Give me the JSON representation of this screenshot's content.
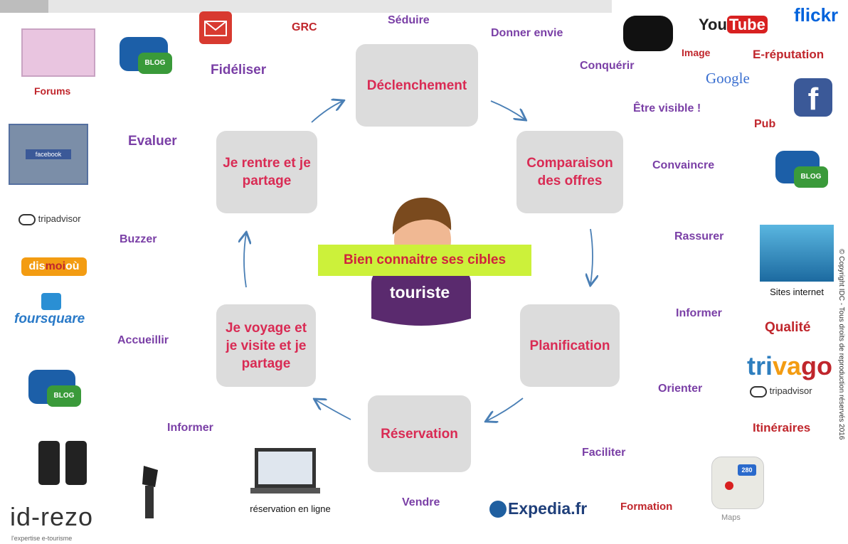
{
  "center": {
    "banner": "Bien connaitre ses cibles",
    "persona": "touriste"
  },
  "hubs": {
    "declenchement": "Déclenchement",
    "comparaison": "Comparaison des offres",
    "planification": "Planification",
    "reservation": "Réservation",
    "voyage": "Je voyage et je visite  et je partage",
    "rentre": "Je rentre et je partage"
  },
  "verbs": {
    "seduire": "Séduire",
    "donner_envie": "Donner envie",
    "conquerir": "Conquérir",
    "etre_visible": "Être visible !",
    "convaincre": "Convaincre",
    "rassurer": "Rassurer",
    "informer_right": "Informer",
    "orienter": "Orienter",
    "faciliter": "Faciliter",
    "vendre": "Vendre",
    "informer_left": "Informer",
    "accueillir": "Accueillir",
    "buzzer": "Buzzer",
    "evaluer": "Evaluer",
    "fideliser": "Fidéliser"
  },
  "labels": {
    "grc": "GRC",
    "image": "Image",
    "e_reputation": "E-réputation",
    "pub": "Pub",
    "qualite": "Qualité",
    "itineraires": "Itinéraires",
    "formation": "Formation",
    "forums": "Forums",
    "sites_internet": "Sites internet",
    "reservation_en_ligne": "réservation en ligne",
    "maps": "Maps"
  },
  "logos": {
    "youtube_you": "You",
    "youtube_tube": "Tube",
    "flickr": "flickr",
    "google": "Google",
    "facebook_f": "f",
    "facebook_word": "facebook",
    "blog": "BLOG",
    "tripadvisor": "tripadvisor",
    "dismoiou_a": "dis",
    "dismoiou_b": "moi",
    "dismoiou_c": "où",
    "foursquare": "foursquare",
    "trivago_a": "tri",
    "trivago_b": "va",
    "trivago_c": "go",
    "expedia": "Expedia.fr",
    "idrezo": "id-rezo",
    "idrezo_tagline": "l'expertise e-tourisme",
    "maps_shield": "280"
  },
  "copyright": "© Copyright  IDC - Tous droits de reproduction réservés 2016",
  "colors": {
    "hub_text": "#d92b54",
    "hub_bg": "#dcdcdc",
    "verb": "#7a3fa6",
    "red_label": "#c0262c",
    "banner_bg": "#ccf13a",
    "arrow": "#4a7fb5",
    "persona_shirt": "#5a2a6e"
  }
}
